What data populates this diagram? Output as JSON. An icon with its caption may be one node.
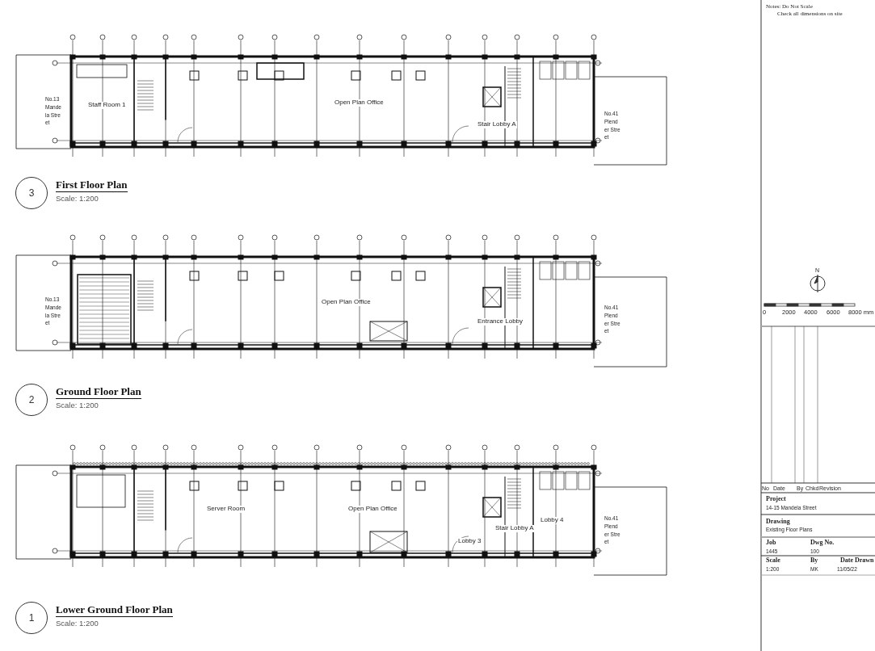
{
  "diagram": {
    "nodes": [
      {
        "text": [
          "3"
        ],
        "beside": [
          "First Floor Plan",
          "Scale: 1:200"
        ]
      },
      {
        "text": [
          "2"
        ],
        "beside": [
          "Ground Floor Plan",
          "Scale: 1:200"
        ]
      },
      {
        "text": [
          "1"
        ],
        "beside": [
          "Lower Ground Floor Plan",
          "Scale: 1:200"
        ]
      }
    ],
    "labels": [
      "Notes: Do Not Scale",
      "Check all dimensions on site",
      "No.13 Mandela Street",
      "Staff Room 1",
      "Open Plan Office",
      "Stair Lobby A",
      "No.41 Plender Street",
      "No.13 Mandela Street",
      "Open Plan Office",
      "Entrance Lobby",
      "No.41 Plender Street",
      "N",
      "0",
      "2000",
      "4000",
      "6000",
      "8000 mm",
      "Server Room",
      "Open Plan Office",
      "Stair Lobby A",
      "Lobby 3",
      "Lobby 4",
      "No.41 Plender Street",
      "No",
      "Date",
      "By",
      "Chkd",
      "Revision",
      "Project",
      "14-15 Mandela Street",
      "Drawing",
      "Existing Floor Plans",
      "Job",
      "Dwg No.",
      "1445",
      "100",
      "Scale",
      "By",
      "Date Drawn",
      "1:200",
      "MK",
      "11/05/22"
    ]
  }
}
